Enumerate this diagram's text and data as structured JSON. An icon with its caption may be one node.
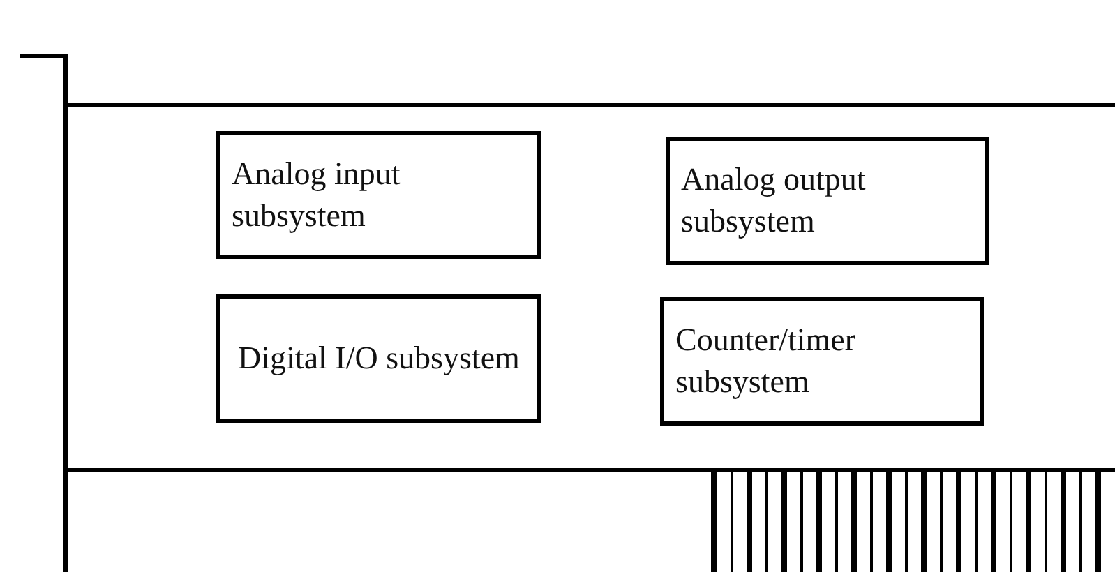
{
  "diagram": {
    "nodes": [
      {
        "text": [
          "Analog input subsystem"
        ]
      },
      {
        "text": [
          "Analog output subsystem"
        ]
      },
      {
        "text": [
          "Digital I/O subsystem"
        ]
      },
      {
        "text": [
          "Counter/timer subsystem"
        ]
      }
    ]
  }
}
